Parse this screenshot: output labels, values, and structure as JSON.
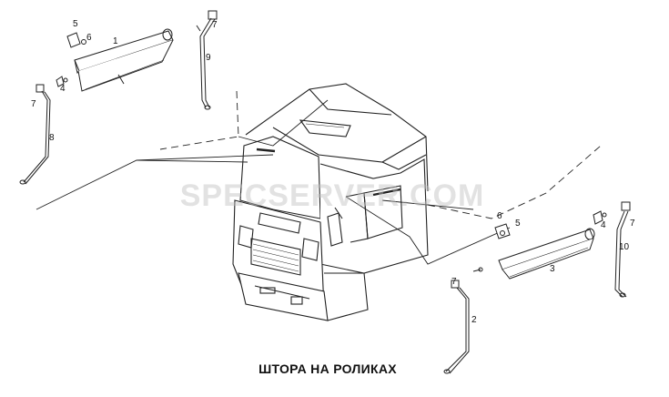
{
  "caption": "ШТОРА НА РОЛИКАХ",
  "watermark": "SPECSERVER.COM",
  "callouts": [
    "1",
    "2",
    "3",
    "4",
    "4",
    "5",
    "5",
    "6",
    "6",
    "7",
    "7",
    "7",
    "7",
    "8",
    "9",
    "10"
  ]
}
